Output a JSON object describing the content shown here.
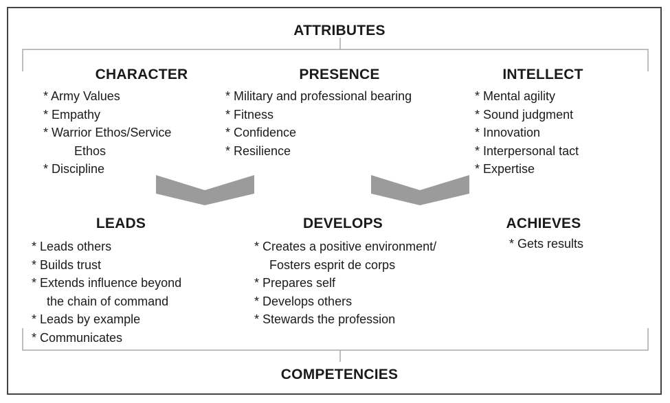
{
  "top_label": "ATTRIBUTES",
  "bottom_label": "COMPETENCIES",
  "attributes": [
    {
      "title": "CHARACTER",
      "items": [
        "* Army Values",
        "* Empathy",
        "* Warrior Ethos/Service",
        "Ethos",
        "* Discipline"
      ]
    },
    {
      "title": "PRESENCE",
      "items": [
        "* Military and professional bearing",
        "* Fitness",
        "* Confidence",
        "* Resilience"
      ]
    },
    {
      "title": "INTELLECT",
      "items": [
        "* Mental agility",
        "* Sound judgment",
        "* Innovation",
        "* Interpersonal tact",
        "* Expertise"
      ]
    }
  ],
  "competencies": [
    {
      "title": "LEADS",
      "items": [
        "* Leads others",
        "* Builds trust",
        "* Extends influence beyond",
        "the chain of command",
        "* Leads by example",
        "* Communicates"
      ]
    },
    {
      "title": "DEVELOPS",
      "items": [
        "* Creates a positive environment/",
        "Fosters esprit de corps",
        "* Prepares self",
        "* Develops others",
        "* Stewards the profession"
      ]
    },
    {
      "title": "ACHIEVES",
      "items": [
        "* Gets results"
      ]
    }
  ]
}
